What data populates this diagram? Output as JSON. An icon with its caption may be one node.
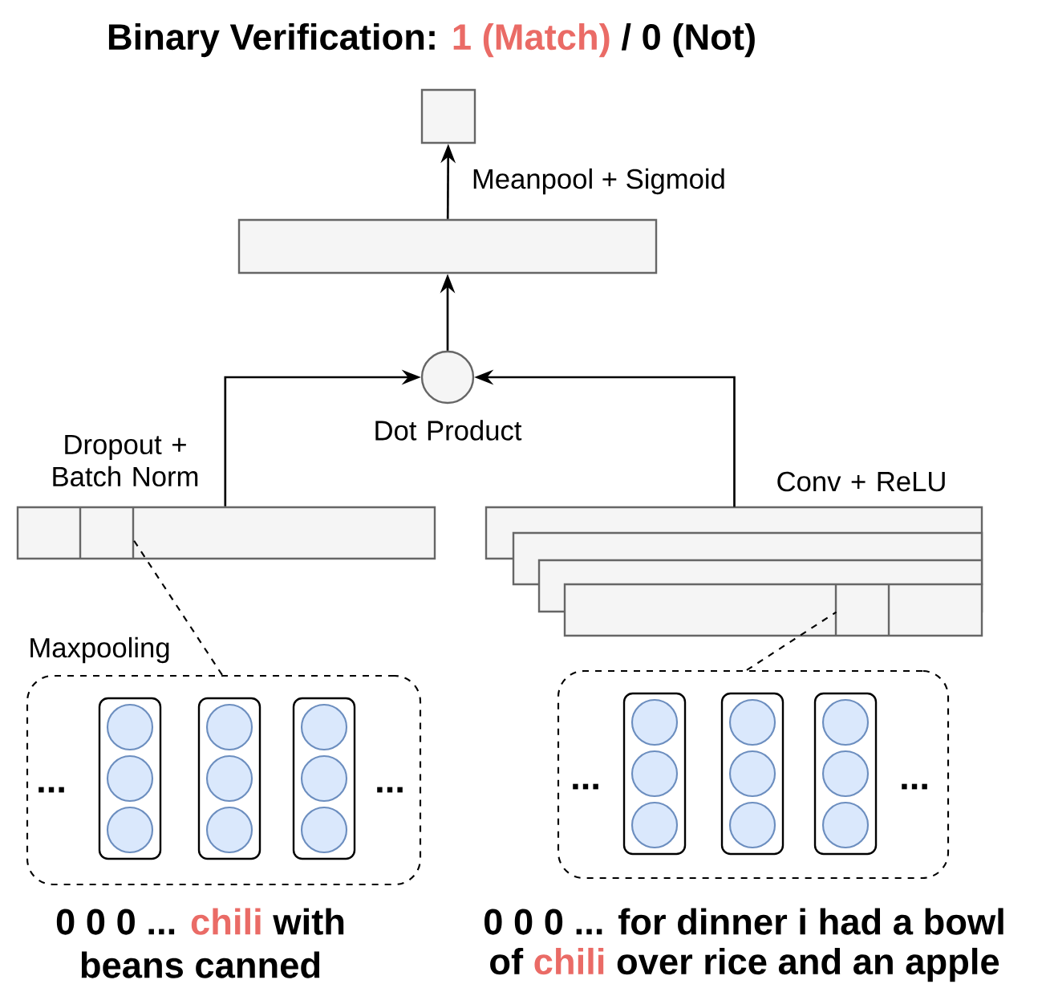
{
  "diagram": {
    "title": "Binary Verification:",
    "nodes": [
      {
        "text": [],
        "shape": "box"
      },
      {
        "text": [],
        "shape": "bar"
      },
      {
        "text": [],
        "shape": "circle",
        "beside": [
          "Dot Product"
        ]
      },
      {
        "text": [],
        "shape": "bar",
        "beside": [
          "Dropout + Batch Norm"
        ]
      },
      {
        "text": [],
        "shape": "bar",
        "beside": [
          "Conv + ReLU"
        ]
      },
      {
        "text": [],
        "shape": "box",
        "beside": [
          "Maxpooling"
        ]
      },
      {
        "text": [],
        "shape": "box",
        "in": 5
      },
      {
        "text": [],
        "shape": "box",
        "in": 5
      },
      {
        "text": [],
        "shape": "box",
        "in": 5
      },
      {
        "text": [],
        "shape": "box"
      },
      {
        "text": [],
        "shape": "box",
        "in": 9
      },
      {
        "text": [],
        "shape": "box",
        "in": 9
      },
      {
        "text": [],
        "shape": "box",
        "in": 9
      }
    ],
    "edges": [
      {
        "from": 1,
        "to": 0,
        "arrow": "to",
        "label": "Meanpool + Sigmoid"
      },
      {
        "from": 2,
        "to": 1,
        "arrow": "to"
      },
      {
        "from": 3,
        "to": 2,
        "arrow": "to"
      },
      {
        "from": 4,
        "to": 2,
        "arrow": "to"
      },
      {
        "from": 5,
        "to": 3,
        "arrow": "none",
        "style": "dashed"
      },
      {
        "from": 9,
        "to": 4,
        "arrow": "none",
        "style": "dashed"
      }
    ],
    "labels": [
      "1 (Match)",
      "/ 0 (Not)",
      "...",
      "...",
      "...",
      "...",
      "0 0 0 ...",
      "chili",
      "with",
      "beans canned",
      "0 0 0 ... for dinner i had a bowl",
      "of",
      "chili",
      "over rice and an apple"
    ]
  }
}
